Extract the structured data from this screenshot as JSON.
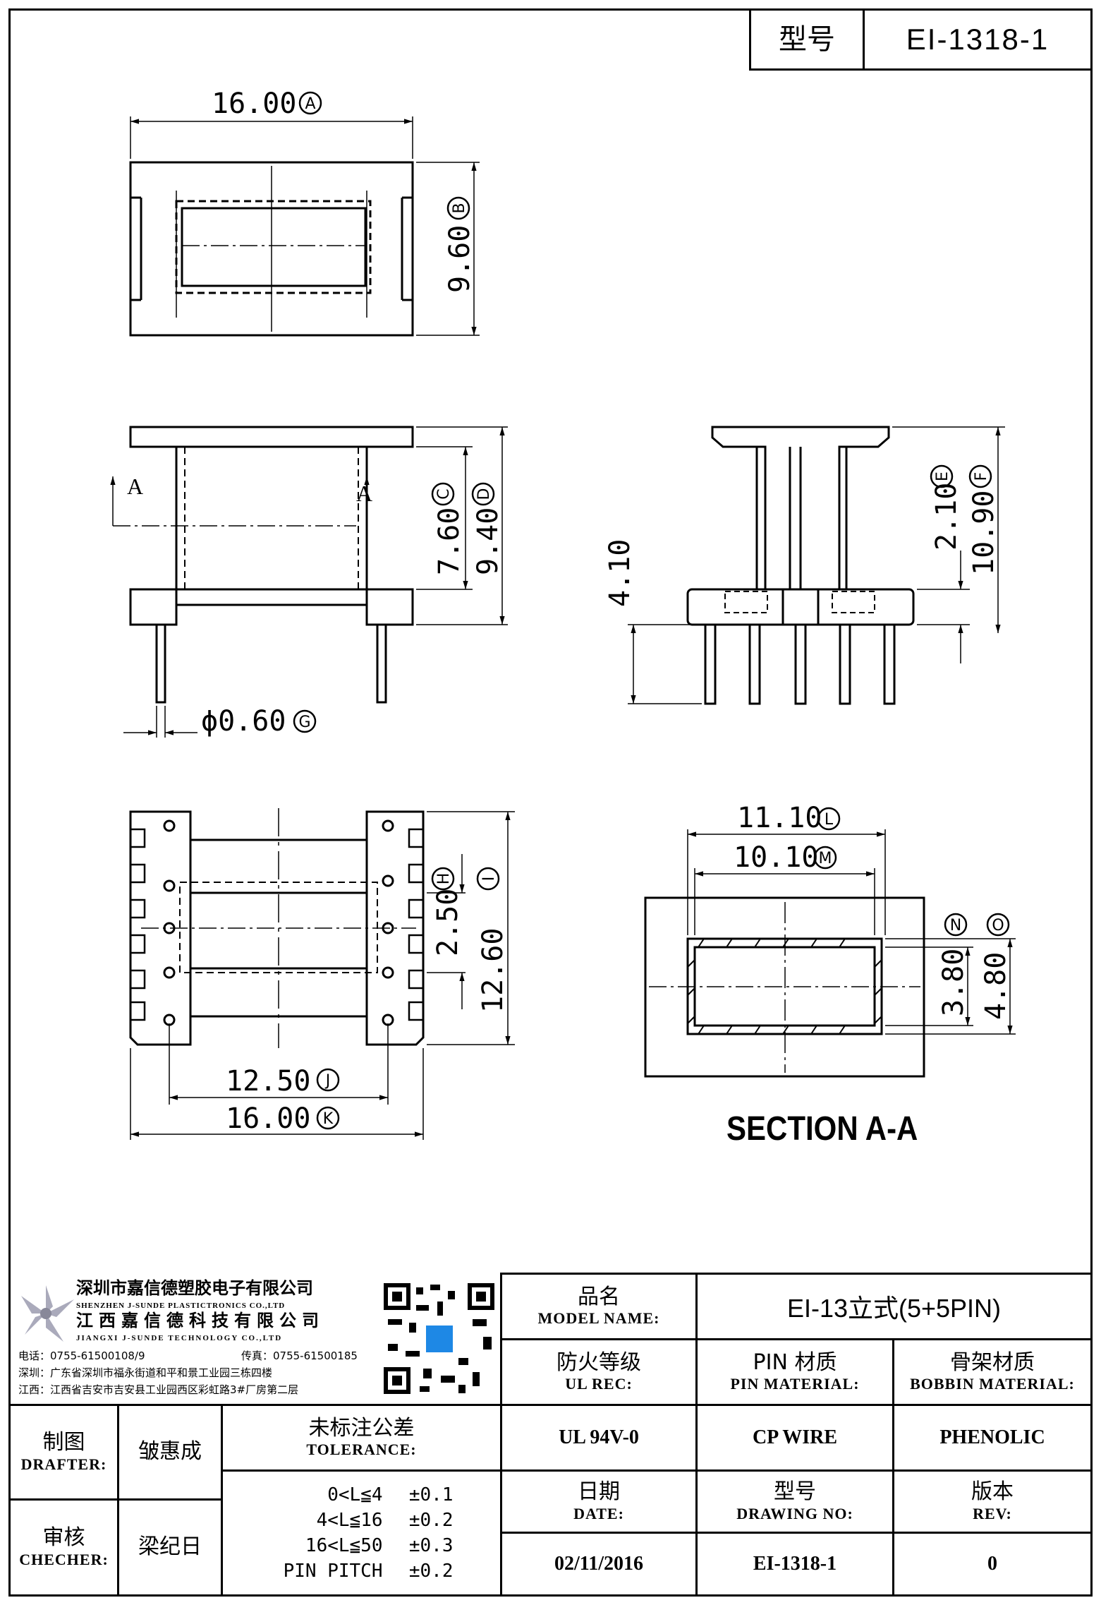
{
  "header": {
    "label": "型号",
    "value": "EI-1318-1"
  },
  "dimensions": {
    "A": "16.00",
    "B": "9.60",
    "C": "7.60",
    "D": "9.40",
    "E": "2.10",
    "F": "10.90",
    "G": "ϕ0.60",
    "H": "2.50",
    "I": "12.60",
    "J": "12.50",
    "K": "16.00",
    "L": "11.10",
    "M": "10.10",
    "N": "3.80",
    "O": "4.80",
    "pin_height": "4.10"
  },
  "dim_letters": {
    "A": "A",
    "B": "B",
    "C": "C",
    "D": "D",
    "E": "E",
    "F": "F",
    "G": "G",
    "H": "H",
    "I": "I",
    "J": "J",
    "K": "K",
    "L": "L",
    "M": "M",
    "N": "N",
    "O": "O"
  },
  "section_marks": {
    "left": "A",
    "right": "A"
  },
  "section_title": "SECTION A-A",
  "company": {
    "name_cn1": "深圳市嘉信德塑胶电子有限公司",
    "name_en1": "SHENZHEN J-SUNDE PLASTICTRONICS CO.,LTD",
    "name_cn2": "江西嘉信德科技有限公司",
    "name_en2": "JIANGXI J-SUNDE TECHNOLOGY CO.,LTD",
    "phone": "电话：0755-61500108/9",
    "fax": "传真：0755-61500185",
    "addr1": "深圳：广东省深圳市福永街道和平和景工业园三栋四楼",
    "addr2": "江西：江西省吉安市吉安县工业园西区彩虹路3#厂房第二层"
  },
  "title_block": {
    "model_name_cn": "品名",
    "model_name_en": "MODEL NAME:",
    "model_name_val": "EI-13立式(5+5PIN)",
    "ul_cn": "防火等级",
    "ul_en": "UL REC:",
    "ul_val": "UL 94V-0",
    "pin_cn": "PIN 材质",
    "pin_en": "PIN MATERIAL:",
    "pin_val": "CP WIRE",
    "bobbin_cn": "骨架材质",
    "bobbin_en": "BOBBIN MATERIAL:",
    "bobbin_val": "PHENOLIC",
    "drafter_cn": "制图",
    "drafter_en": "DRAFTER:",
    "drafter_val": "皱惠成",
    "checker_cn": "审核",
    "checker_en": "CHECHER:",
    "checker_val": "梁纪日",
    "tol_cn": "未标注公差",
    "tol_en": "TOLERANCE:",
    "tolerances": [
      {
        "range": "0<L≦4",
        "tol": "±0.1"
      },
      {
        "range": "4<L≦16",
        "tol": "±0.2"
      },
      {
        "range": "16<L≦50",
        "tol": "±0.3"
      },
      {
        "range": "PIN PITCH",
        "tol": "±0.2"
      }
    ],
    "date_cn": "日期",
    "date_en": "DATE:",
    "date_val": "02/11/2016",
    "dwg_cn": "型号",
    "dwg_en": "DRAWING NO:",
    "dwg_val": "EI-1318-1",
    "rev_cn": "版本",
    "rev_en": "REV:",
    "rev_val": "0"
  }
}
